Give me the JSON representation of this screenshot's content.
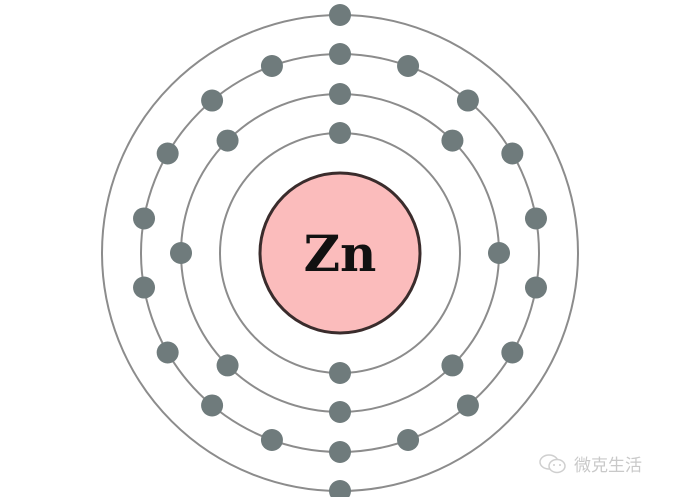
{
  "element_symbol": "Zn",
  "electrons_per_shell": [
    2,
    8,
    18,
    2
  ],
  "colors": {
    "nucleus_fill": "#fbbcbc",
    "nucleus_stroke": "#3a2c2c",
    "orbit": "#8c8c8c",
    "electron": "#6f7b7c"
  },
  "watermark": {
    "icon": "wechat-icon",
    "text": "微克生活"
  }
}
